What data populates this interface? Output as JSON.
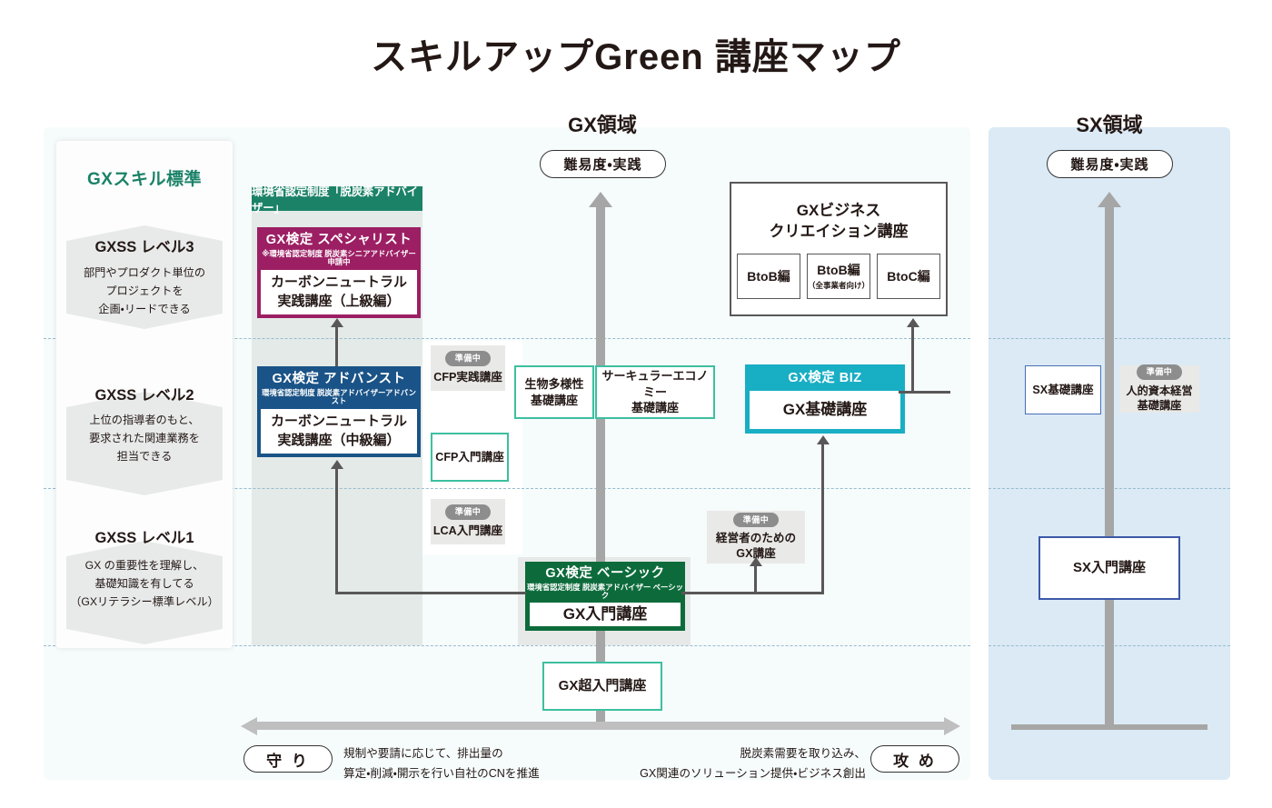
{
  "page": {
    "title": "スキルアップGreen 講座マップ"
  },
  "areas": {
    "gx": {
      "heading": "GX領域",
      "axis_label": "難易度・実践"
    },
    "sx": {
      "heading": "SX領域",
      "axis_label": "難易度・実践"
    }
  },
  "skill_standard": {
    "title": "GXスキル標準",
    "levels": [
      {
        "name": "GXSS レベル3",
        "desc": "部門やプロダクト単位の\nプロジェクトを\n企画・リードできる"
      },
      {
        "name": "GXSS レベル2",
        "desc": "上位の指導者のもと、\n要求された関連業務を\n担当できる"
      },
      {
        "name": "GXSS レベル1",
        "desc": "GX の重要性を理解し、\n基礎知識を有してる\n（GXリテラシー標準レベル）"
      }
    ]
  },
  "moe_ribbon": {
    "label": "環境省認定制度「脱炭素アドバイザー」"
  },
  "certifications": {
    "specialist": {
      "cert": "GX検定 スペシャリスト",
      "cert_note": "※環境省認定制度 脱炭素シニアアドバイザー 申請中",
      "course": "カーボンニュートラル\n実践講座（上級編）",
      "color": "#9c1f64"
    },
    "advanced": {
      "cert": "GX検定 アドバンスト",
      "cert_note": "環境省認定制度 脱炭素アドバイザーアドバンスト",
      "course": "カーボンニュートラル\n実践講座（中級編）",
      "color": "#1a5387"
    },
    "basic": {
      "cert": "GX検定 ベーシック",
      "cert_note": "環境省認定制度 脱炭素アドバイザー ベーシック",
      "course": "GX入門講座",
      "color": "#0d6b3b"
    },
    "biz": {
      "cert": "GX検定 BIZ",
      "cert_note": "",
      "course": "GX基礎講座",
      "color": "#18aec4"
    }
  },
  "business_creation": {
    "title": "GXビジネス\nクリエイション講座",
    "cells": [
      {
        "label": "BtoB編",
        "sub": ""
      },
      {
        "label": "BtoB編",
        "sub": "（全事業者向け）"
      },
      {
        "label": "BtoC編",
        "sub": ""
      }
    ]
  },
  "courses": {
    "cfp_practice": {
      "label": "CFP実践講座",
      "badge": "準備中",
      "status": "prep"
    },
    "cfp_intro": {
      "label": "CFP入門講座",
      "badge": "",
      "status": "available"
    },
    "lca_intro": {
      "label": "LCA入門講座",
      "badge": "準備中",
      "status": "prep"
    },
    "biodiversity": {
      "label": "生物多様性\n基礎講座",
      "badge": "",
      "status": "available"
    },
    "circular": {
      "label": "サーキュラーエコノミー\n基礎講座",
      "badge": "",
      "status": "available"
    },
    "exec_gx": {
      "label": "経営者のための\nGX講座",
      "badge": "準備中",
      "status": "prep"
    },
    "gx_super": {
      "label": "GX超入門講座",
      "badge": "",
      "status": "available"
    },
    "sx_basic": {
      "label": "SX基礎講座",
      "badge": "",
      "status": "available"
    },
    "human_capital": {
      "label": "人的資本経営\n基礎講座",
      "badge": "準備中",
      "status": "prep"
    },
    "sx_intro": {
      "label": "SX入門講座",
      "badge": "",
      "status": "available"
    }
  },
  "bottom_axis": {
    "left_cap": "守 り",
    "right_cap": "攻 め",
    "left_note": "規制や要請に応じて、排出量の\n算定・削減・開示を行い自社のCNを推進",
    "right_note": "脱炭素需要を取り込み、\nGX関連のソリューション提供・ビジネス創出"
  },
  "colors": {
    "gx_panel": "#f6fbfc",
    "sx_panel": "#dbeaf5",
    "skill_title": "#1b8268",
    "teal_border": "#3dbfa0",
    "sx_border": "#4a6fb5",
    "arrow_grey": "#a6a6a6",
    "connector": "#595757"
  }
}
